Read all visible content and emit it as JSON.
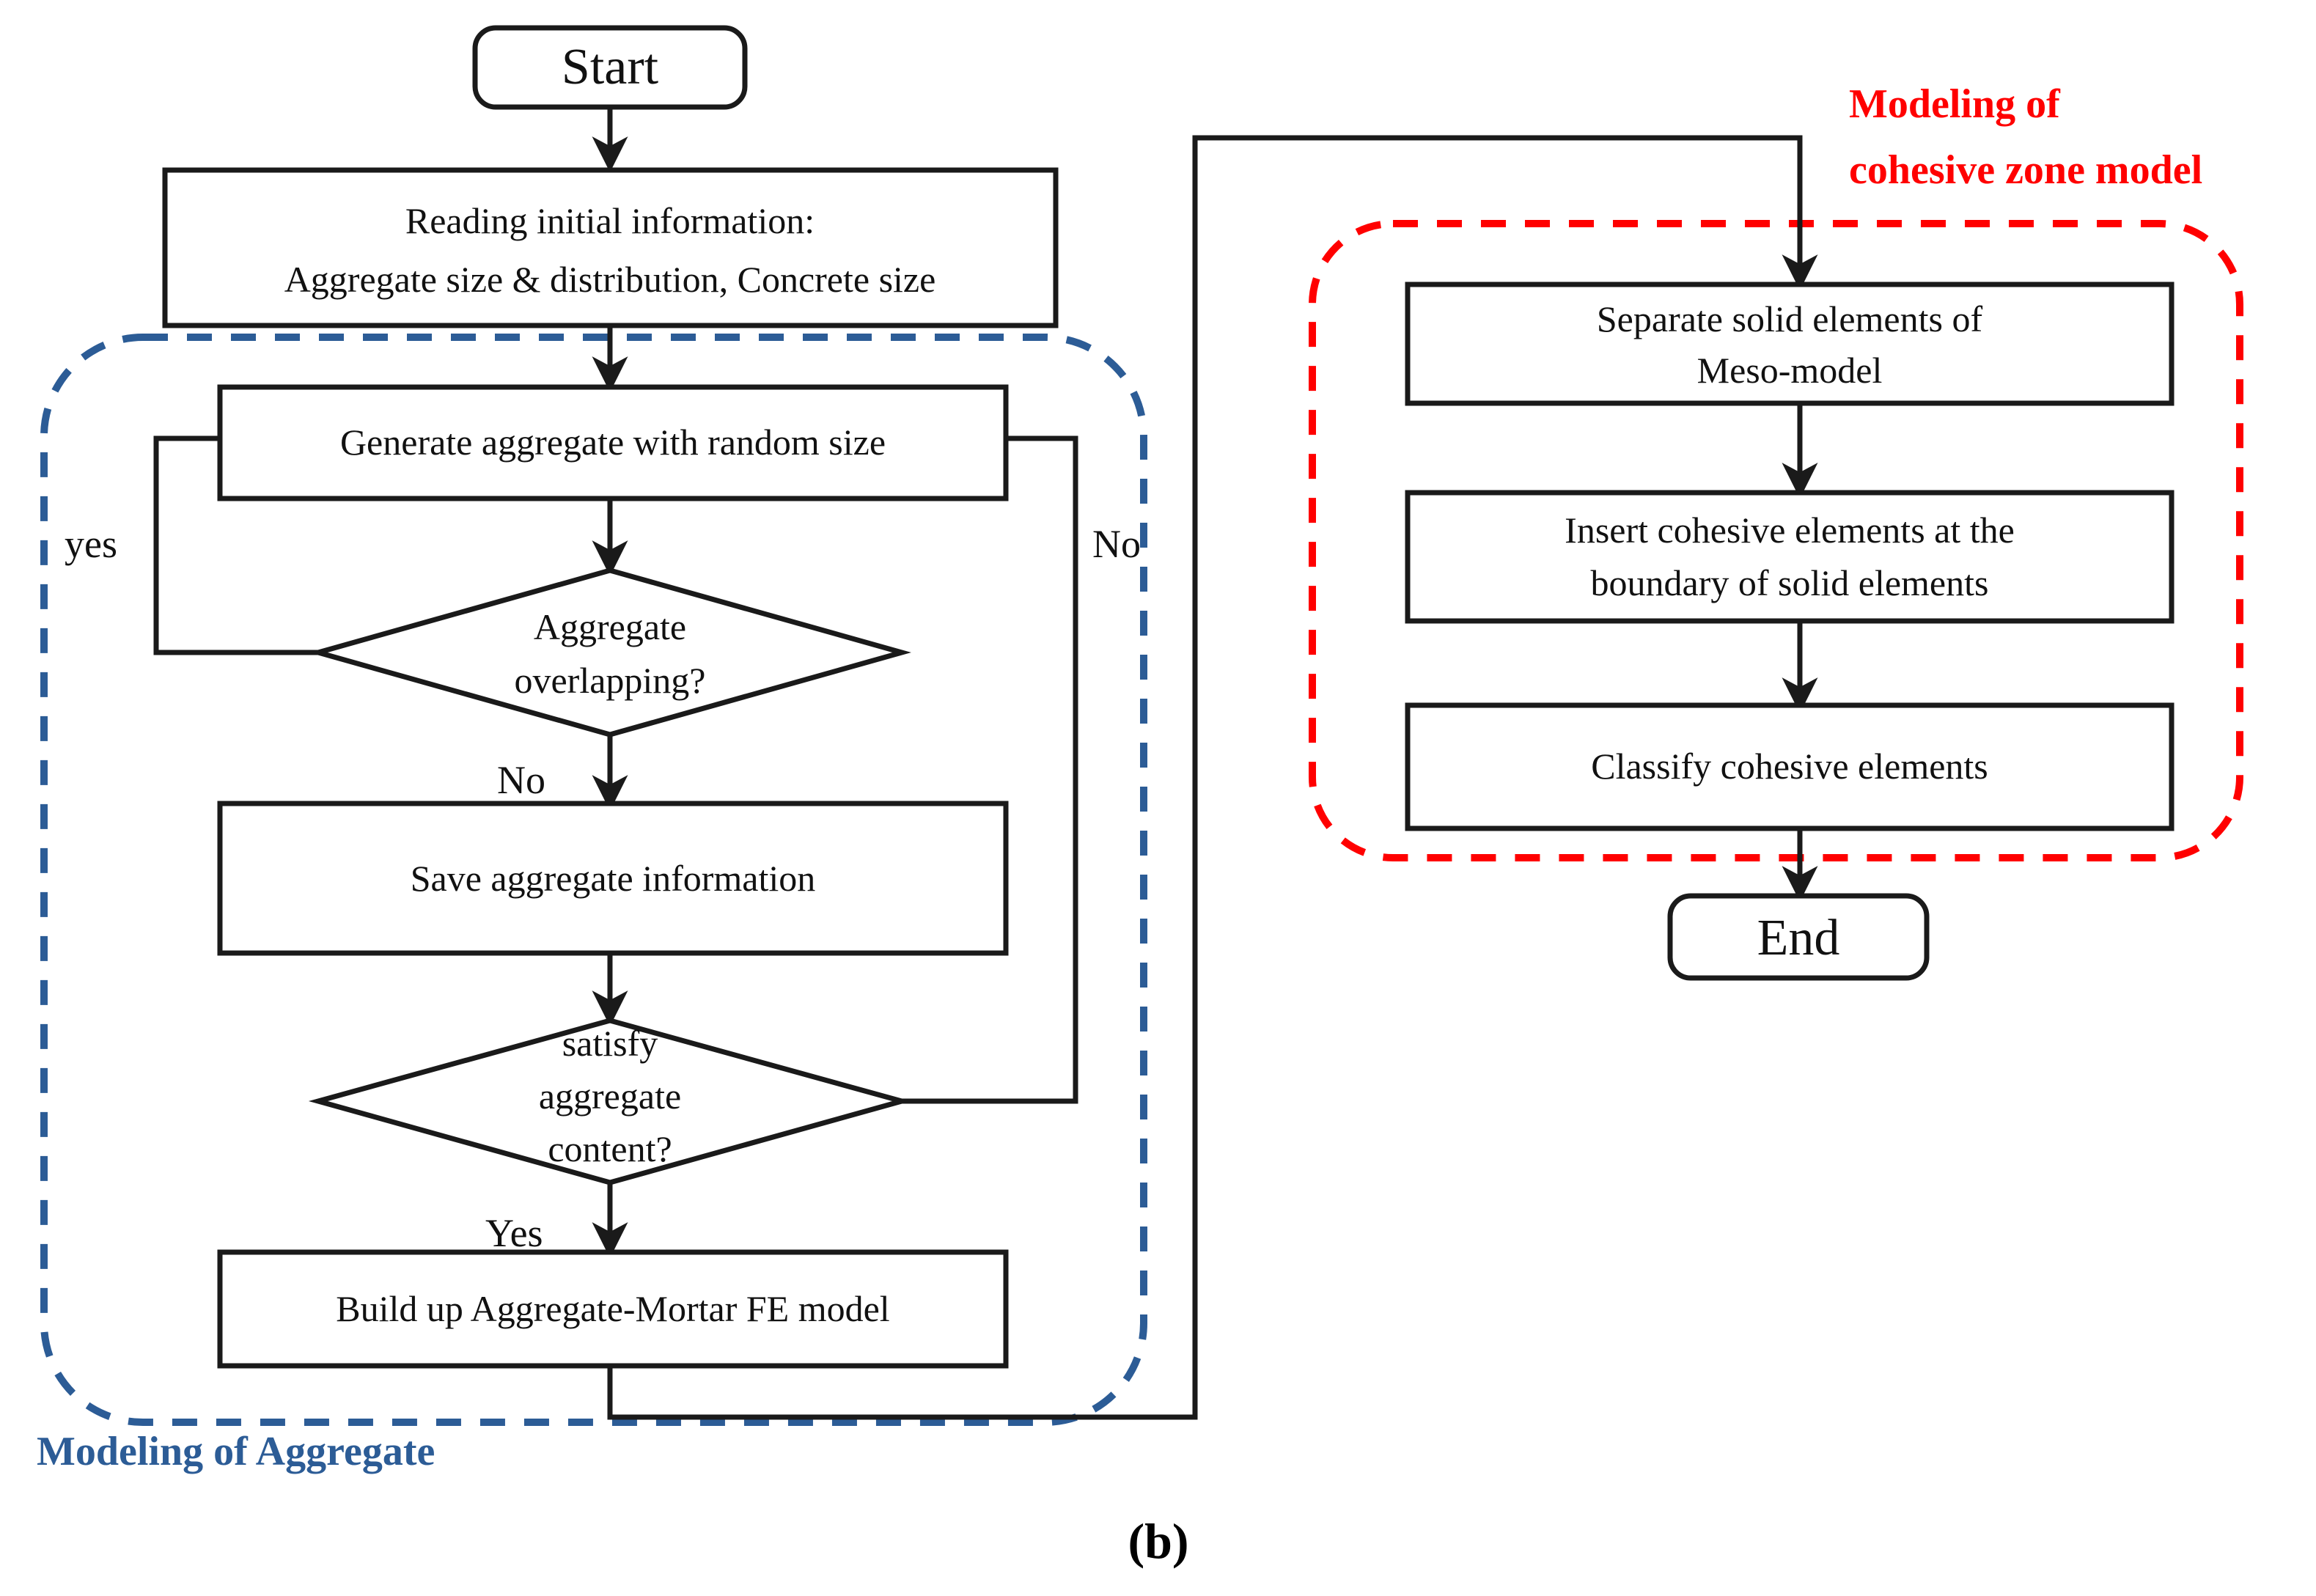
{
  "figure": {
    "caption": "(b)",
    "colors": {
      "aggregate_group": "#2C5C96",
      "cohesive_group": "#FF0000",
      "line": "#1A1A1A",
      "background": "#FFFFFF"
    }
  },
  "groups": [
    {
      "id": "aggregate-group",
      "label": "Modeling of Aggregate",
      "color": "#2C5C96",
      "style": "dashed-rounded"
    },
    {
      "id": "cohesive-group",
      "label_line1": "Modeling of",
      "label_line2": "cohesive zone model",
      "color": "#FF0000",
      "style": "dashed-rounded"
    }
  ],
  "nodes": [
    {
      "id": "start",
      "shape": "terminator",
      "text": "Start"
    },
    {
      "id": "read-info",
      "shape": "process",
      "line1": "Reading initial information:",
      "line2": "Aggregate size & distribution, Concrete size"
    },
    {
      "id": "generate",
      "shape": "process",
      "text": "Generate aggregate with random size"
    },
    {
      "id": "overlap-check",
      "shape": "decision",
      "line1": "Aggregate",
      "line2": "overlapping?"
    },
    {
      "id": "save-info",
      "shape": "process",
      "text": "Save aggregate information"
    },
    {
      "id": "content-check",
      "shape": "decision",
      "line1": "satisfy",
      "line2": "aggregate",
      "line3": "content?"
    },
    {
      "id": "build-fe",
      "shape": "process",
      "text": "Build up Aggregate-Mortar FE model"
    },
    {
      "id": "separate-solid",
      "shape": "process",
      "line1": "Separate solid elements of",
      "line2": "Meso-model"
    },
    {
      "id": "insert-cohesive",
      "shape": "process",
      "line1": "Insert cohesive elements at the",
      "line2": "boundary of  solid elements"
    },
    {
      "id": "classify-cohesive",
      "shape": "process",
      "text": "Classify cohesive elements"
    },
    {
      "id": "end",
      "shape": "terminator",
      "text": "End"
    }
  ],
  "edge_labels": [
    {
      "id": "overlap-yes",
      "text": "yes",
      "from": "overlap-check",
      "to": "generate"
    },
    {
      "id": "overlap-no",
      "text": "No",
      "from": "overlap-check",
      "to": "save-info"
    },
    {
      "id": "content-no",
      "text": "No",
      "from": "content-check",
      "to": "generate"
    },
    {
      "id": "content-yes",
      "text": "Yes",
      "from": "content-check",
      "to": "build-fe"
    }
  ]
}
